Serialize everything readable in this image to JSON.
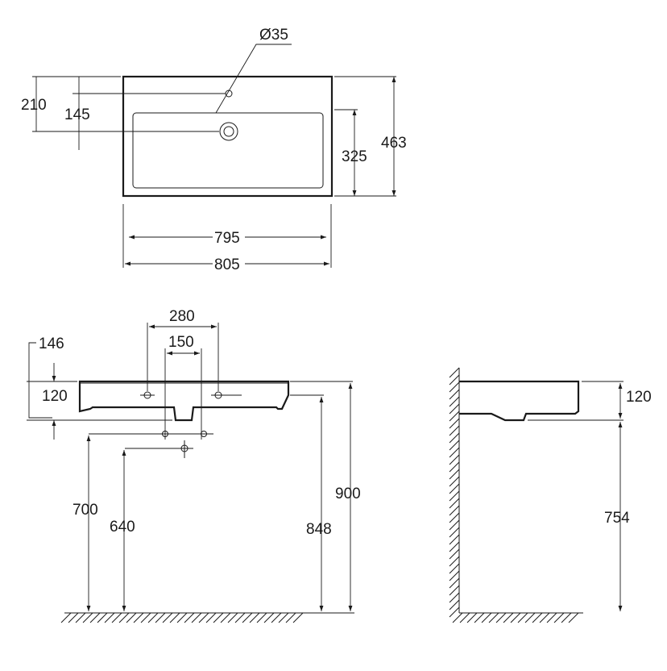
{
  "top_view": {
    "hole_diameter": "Ø35",
    "depth_210": "210",
    "depth_145": "145",
    "height_325": "325",
    "height_463": "463",
    "width_795": "795",
    "width_805": "805"
  },
  "front_view": {
    "width_280": "280",
    "width_150": "150",
    "offset_146": "146",
    "height_120": "120",
    "height_700": "700",
    "height_640": "640",
    "height_848": "848",
    "height_900": "900"
  },
  "side_view": {
    "height_120": "120",
    "height_754": "754"
  }
}
